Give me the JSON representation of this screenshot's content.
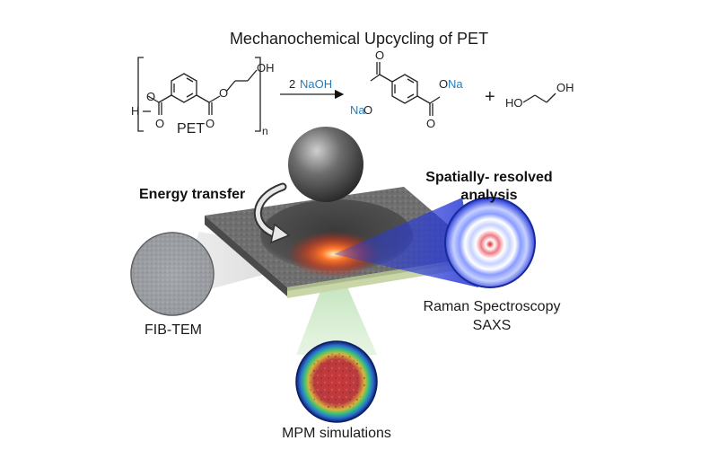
{
  "title": "Mechanochemical Upcycling of PET",
  "reaction": {
    "polymer_label": "PET",
    "repeat_subscript": "n",
    "hydrogen": "H",
    "hydroxyl": "OH",
    "oxygen": "O",
    "reagent_coefficient": "2",
    "reagent": "NaOH",
    "sodium": "Na",
    "plus": "+",
    "product_ho": "HO",
    "product_oh": "OH"
  },
  "labels": {
    "energy_transfer": "Energy transfer",
    "spatially_resolved_line1": "Spatially- resolved",
    "spatially_resolved_line2": "analysis",
    "fib_tem": "FIB-TEM",
    "raman": "Raman Spectroscopy",
    "saxs": "SAXS",
    "mpm": "MPM simulations"
  },
  "colors": {
    "sodium_blue": "#1f7fc2",
    "slab_top": "#6e6e6e",
    "slab_side": "#c9d6a8",
    "impact_orange": "#ff5a1f",
    "raman_beam": "#2a3bd6",
    "mpm_beam": "#a9d9a1"
  }
}
